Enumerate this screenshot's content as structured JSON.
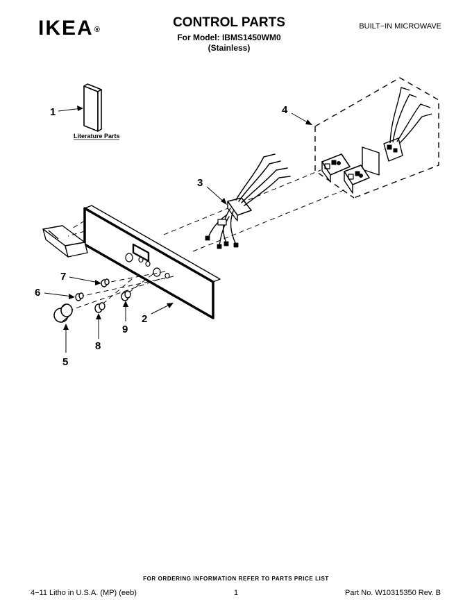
{
  "header": {
    "brand": "IKEA",
    "registered_mark": "®",
    "title": "CONTROL PARTS",
    "model_line": "For Model: IBMS1450WM0",
    "variant": "(Stainless)",
    "product_type": "BUILT−IN MICROWAVE"
  },
  "diagram": {
    "callouts": [
      "1",
      "2",
      "3",
      "4",
      "5",
      "6",
      "7",
      "8",
      "9"
    ],
    "literature_label": "Literature Parts"
  },
  "footer": {
    "ordering_info": "FOR ORDERING INFORMATION REFER TO PARTS PRICE LIST",
    "litho": "4−11 Litho in U.S.A. (MP) (eeb)",
    "page_number": "1",
    "part_number": "Part No. W10315350 Rev. B"
  }
}
